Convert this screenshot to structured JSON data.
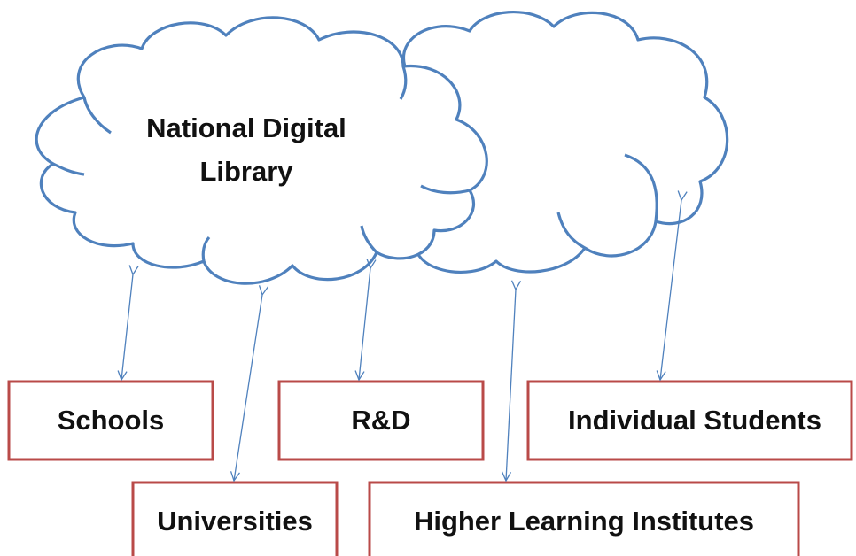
{
  "title_lines": [
    "National Digital",
    "Library"
  ],
  "nodes": {
    "schools": "Schools",
    "rnd": "R&D",
    "individual_students": "Individual Students",
    "universities": "Universities",
    "higher_learning": "Higher Learning Institutes"
  },
  "colors": {
    "cloud_stroke": "#4f81bd",
    "box_stroke": "#b94a48",
    "arrow": "#4f81bd",
    "text": "#111111"
  }
}
